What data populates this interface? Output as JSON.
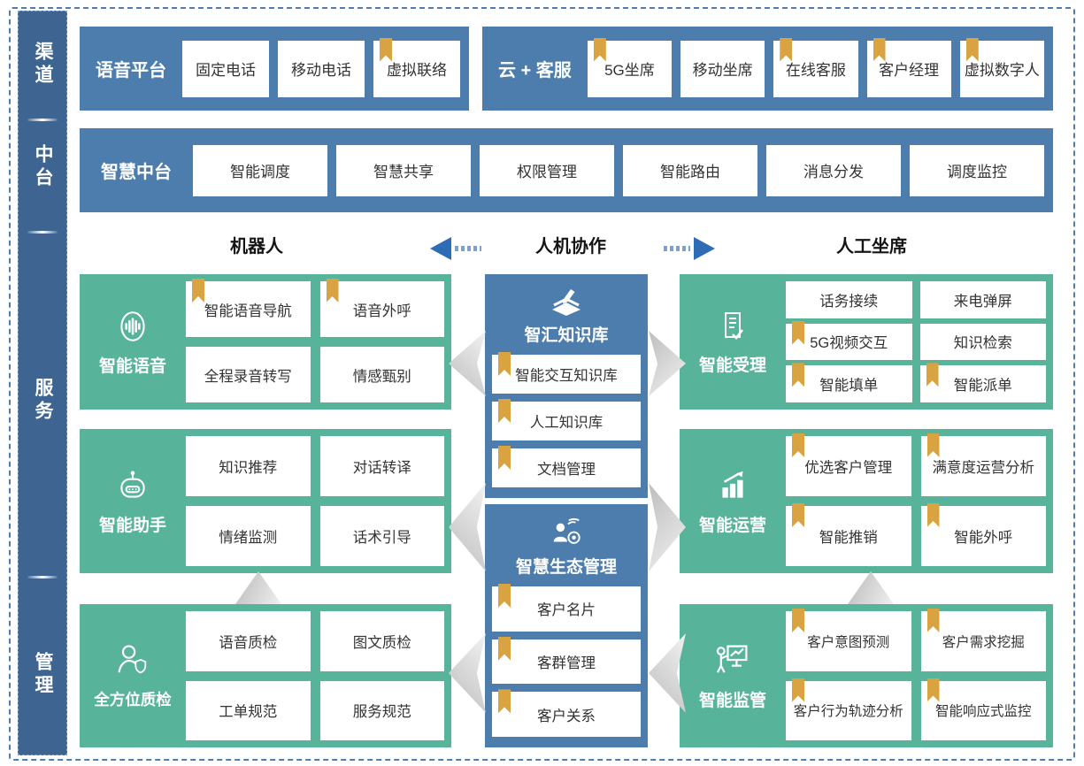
{
  "palette": {
    "sidebar_blue": "#3e6591",
    "panel_blue": "#4d7dac",
    "block_green": "#58b39b",
    "bookmark_gold": "#d9a342",
    "arrow_blue": "#2e6cb5",
    "chevron_gray": "#c9c9c9"
  },
  "sidebar": {
    "items": [
      {
        "label": "渠道"
      },
      {
        "label": "中台"
      },
      {
        "label": "服务"
      },
      {
        "label": "管理"
      }
    ]
  },
  "rows": {
    "voice": {
      "title": "语音平台",
      "items": [
        {
          "label": "固定电话",
          "bookmark": false
        },
        {
          "label": "移动电话",
          "bookmark": false
        },
        {
          "label": "虚拟联络",
          "bookmark": true
        }
      ]
    },
    "cloud": {
      "title": "云 + 客服",
      "items": [
        {
          "label": "5G坐席",
          "bookmark": true
        },
        {
          "label": "移动坐席",
          "bookmark": false
        },
        {
          "label": "在线客服",
          "bookmark": true
        },
        {
          "label": "客户经理",
          "bookmark": true
        },
        {
          "label": "虚拟数字人",
          "bookmark": true
        }
      ]
    },
    "middle": {
      "title": "智慧中台",
      "items": [
        {
          "label": "智能调度",
          "bookmark": false
        },
        {
          "label": "智慧共享",
          "bookmark": false
        },
        {
          "label": "权限管理",
          "bookmark": false
        },
        {
          "label": "智能路由",
          "bookmark": false
        },
        {
          "label": "消息分发",
          "bookmark": false
        },
        {
          "label": "调度监控",
          "bookmark": false
        }
      ]
    }
  },
  "headers": {
    "left": "机器人",
    "center": "人机协作",
    "right": "人工坐席"
  },
  "blocks": {
    "voice_ai": {
      "title": "智能语音",
      "icon": "voiceprint-icon",
      "items": [
        {
          "label": "智能语音导航",
          "bookmark": true
        },
        {
          "label": "语音外呼",
          "bookmark": true
        },
        {
          "label": "全程录音转写",
          "bookmark": false
        },
        {
          "label": "情感甄别",
          "bookmark": false
        }
      ]
    },
    "assistant": {
      "title": "智能助手",
      "icon": "robot-icon",
      "items": [
        {
          "label": "知识推荐",
          "bookmark": false
        },
        {
          "label": "对话转译",
          "bookmark": false
        },
        {
          "label": "情绪监测",
          "bookmark": false
        },
        {
          "label": "话术引导",
          "bookmark": false
        }
      ]
    },
    "quality": {
      "title": "全方位质检",
      "icon": "person-shield-icon",
      "items": [
        {
          "label": "语音质检",
          "bookmark": false
        },
        {
          "label": "图文质检",
          "bookmark": false
        },
        {
          "label": "工单规范",
          "bookmark": false
        },
        {
          "label": "服务规范",
          "bookmark": false
        }
      ]
    },
    "knowledge": {
      "title": "智汇知识库",
      "icon": "book-pen-icon",
      "items": [
        {
          "label": "智能交互知识库",
          "bookmark": true
        },
        {
          "label": "人工知识库",
          "bookmark": true
        },
        {
          "label": "文档管理",
          "bookmark": true
        }
      ]
    },
    "ecosystem": {
      "title": "智慧生态管理",
      "icon": "person-network-icon",
      "items": [
        {
          "label": "客户名片",
          "bookmark": true
        },
        {
          "label": "客群管理",
          "bookmark": true
        },
        {
          "label": "客户关系",
          "bookmark": true
        }
      ]
    },
    "acceptance": {
      "title": "智能受理",
      "icon": "document-check-icon",
      "items": [
        {
          "label": "话务接续",
          "bookmark": false
        },
        {
          "label": "来电弹屏",
          "bookmark": false
        },
        {
          "label": "5G视频交互",
          "bookmark": true
        },
        {
          "label": "知识检索",
          "bookmark": false
        },
        {
          "label": "智能填单",
          "bookmark": true
        },
        {
          "label": "智能派单",
          "bookmark": true
        }
      ]
    },
    "operation": {
      "title": "智能运营",
      "icon": "chart-growth-icon",
      "items": [
        {
          "label": "优选客户管理",
          "bookmark": true
        },
        {
          "label": "满意度运营分析",
          "bookmark": true
        },
        {
          "label": "智能推销",
          "bookmark": true
        },
        {
          "label": "智能外呼",
          "bookmark": true
        }
      ]
    },
    "supervision": {
      "title": "智能监管",
      "icon": "presenter-board-icon",
      "items": [
        {
          "label": "客户意图预测",
          "bookmark": true
        },
        {
          "label": "客户需求挖掘",
          "bookmark": true
        },
        {
          "label": "客户行为轨迹分析",
          "bookmark": true
        },
        {
          "label": "智能响应式监控",
          "bookmark": true
        }
      ]
    }
  }
}
